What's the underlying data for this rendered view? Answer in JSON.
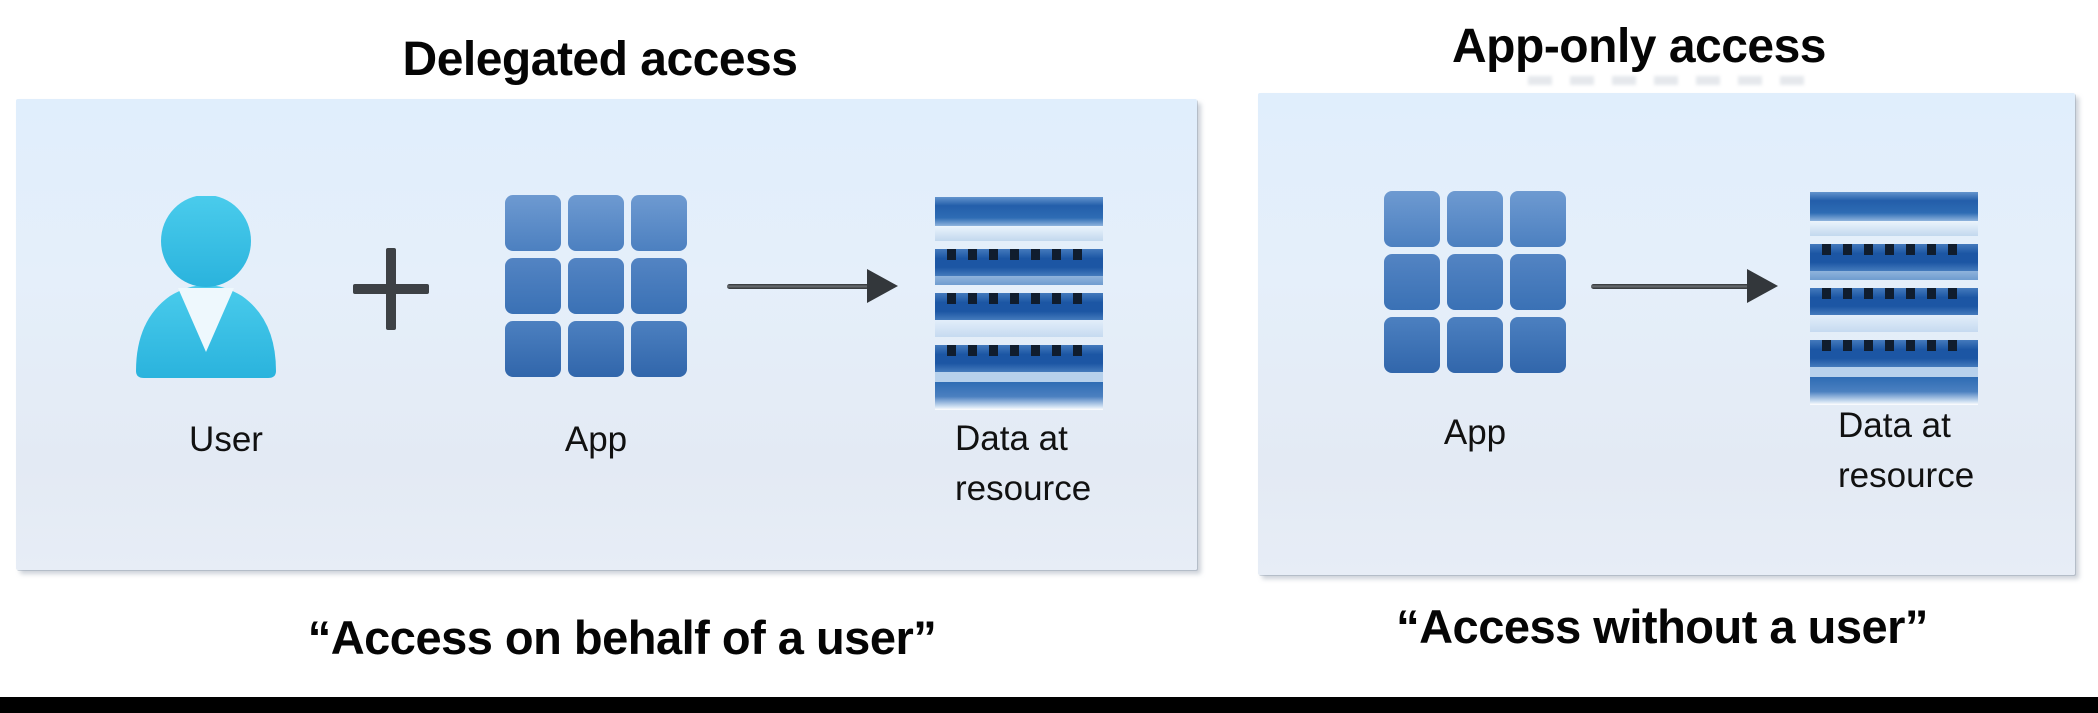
{
  "panels": {
    "delegated": {
      "title": "Delegated access",
      "caption": "“Access on behalf of a user”",
      "labels": {
        "user": "User",
        "app": "App",
        "resource": "Data at resource"
      }
    },
    "app_only": {
      "title": "App-only access",
      "caption": "“Access without a user”",
      "labels": {
        "app": "App",
        "resource": "Data at resource"
      }
    }
  },
  "icons": {
    "user": "user-person-icon",
    "plus": "plus-icon",
    "app": "app-grid-icon",
    "arrow": "right-arrow-icon",
    "resource": "data-resource-stack-icon"
  },
  "artifacts": {
    "erased_text_under_app_only_title": "faint illegible gray dashes (erased text remnant)"
  },
  "colors": {
    "panel_top": "#e0eefc",
    "panel_bottom": "#e7edf6",
    "user_cyan": "#38c1e8",
    "app_blue": "#3e74b8",
    "resource_blue": "#1f5aa8",
    "arrow_gray": "#3c4043",
    "text": "#050505",
    "bottom_bar": "#000000"
  }
}
